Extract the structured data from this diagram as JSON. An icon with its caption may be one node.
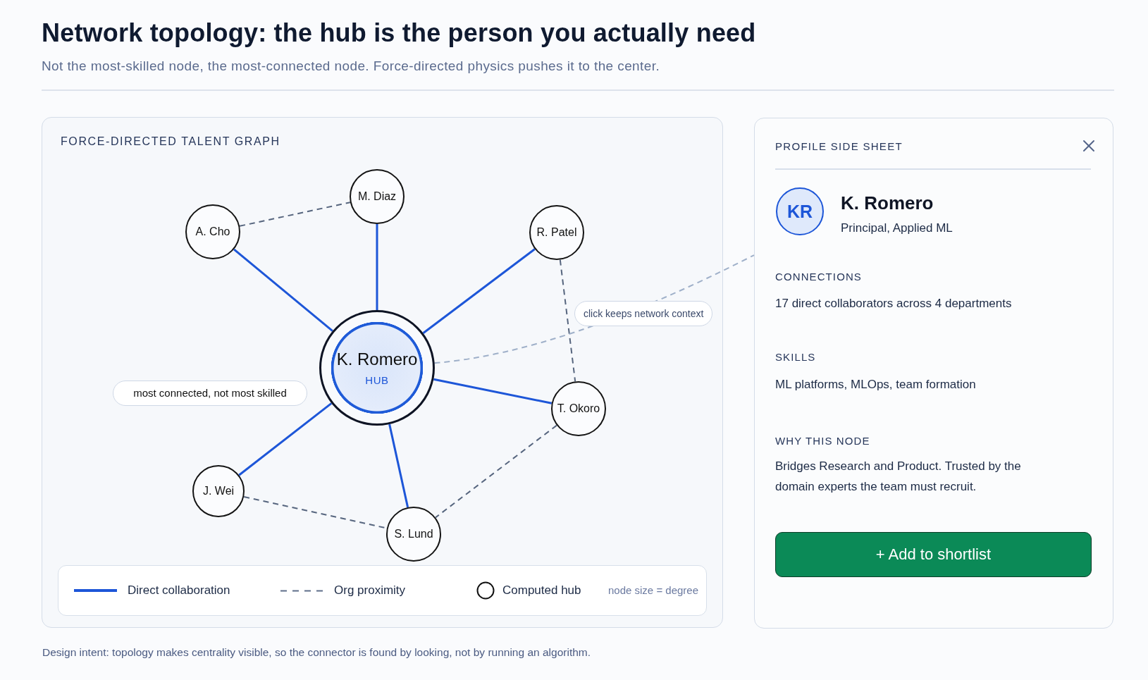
{
  "diagram": {
    "title": "Network topology: the hub is the person you actually need",
    "caption": "Design intent: topology makes centrality visible, so the connector is found by looking, not by running an algorithm.",
    "nodes": [
      {
        "text": [
          "FORCE-DIRECTED TALENT GRAPH"
        ]
      },
      {
        "text": [
          "M. Diaz"
        ],
        "in": 0
      },
      {
        "text": [
          "A. Cho"
        ],
        "in": 0
      },
      {
        "text": [
          "R. Patel"
        ],
        "in": 0
      },
      {
        "text": [
          "K. Romero",
          "HUB"
        ],
        "in": 0
      },
      {
        "text": [
          "T. Okoro"
        ],
        "in": 0
      },
      {
        "text": [
          "most connected, not most skilled"
        ],
        "in": 0
      },
      {
        "text": [
          "J. Wei"
        ],
        "in": 0
      },
      {
        "text": [
          "S. Lund"
        ],
        "in": 0
      },
      {
        "text": [
          "PROFILE SIDE SHEET",
          "K. Romero",
          "Principal, Applied ML",
          "CONNECTIONS",
          "17 direct collaborators across 4 departments",
          "SKILLS",
          "ML platforms, MLOps, team formation",
          "WHY THIS NODE",
          "Bridges Research and Product. Trusted by the domain experts the team must recruit."
        ]
      },
      {
        "text": [
          "KR"
        ],
        "in": 9
      },
      {
        "text": [
          "+ Add to shortlist"
        ],
        "in": 9
      }
    ],
    "edges": [
      {
        "from": 4,
        "to": 2,
        "arrow": "none"
      },
      {
        "from": 4,
        "to": 1,
        "arrow": "none"
      },
      {
        "from": 4,
        "to": 3,
        "arrow": "none"
      },
      {
        "from": 4,
        "to": 5,
        "arrow": "none"
      },
      {
        "from": 4,
        "to": 7,
        "arrow": "none"
      },
      {
        "from": 4,
        "to": 8,
        "arrow": "none"
      },
      {
        "from": 2,
        "to": 1,
        "arrow": "none",
        "style": "dashed",
        "color": "#56657e"
      },
      {
        "from": 3,
        "to": 5,
        "arrow": "none",
        "style": "dashed",
        "color": "#56657e"
      },
      {
        "from": 5,
        "to": 8,
        "arrow": "none",
        "style": "dashed",
        "color": "#56657e"
      },
      {
        "from": 7,
        "to": 8,
        "arrow": "none",
        "style": "dashed",
        "color": "#56657e"
      },
      {
        "from": 4,
        "to": 9,
        "arrow": "none",
        "style": "dashed",
        "color": "#9fb0c9",
        "label": "click keeps network context"
      }
    ],
    "labels": [
      "Not the most-skilled node, the most-connected node. Force-directed physics pushes it to the center.",
      "node size = degree"
    ],
    "legend": [
      {
        "text": "Direct collaboration"
      },
      {
        "text": "Org proximity"
      },
      {
        "text": "Computed hub"
      }
    ]
  }
}
